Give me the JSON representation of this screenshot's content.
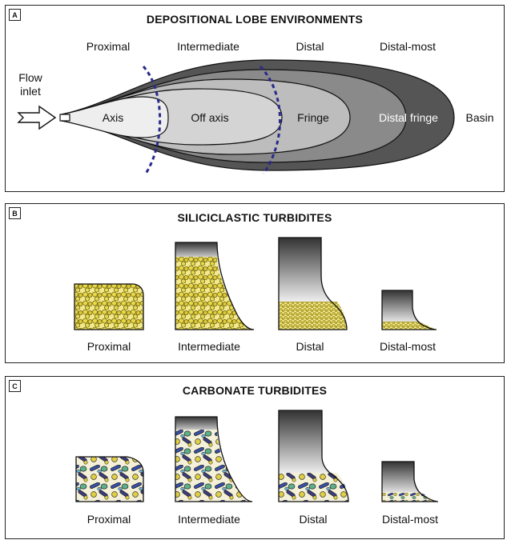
{
  "panel_a": {
    "letter": "A",
    "title": "DEPOSITIONAL LOBE ENVIRONMENTS",
    "zones": [
      "Proximal",
      "Intermediate",
      "Distal",
      "Distal-most"
    ],
    "flow_inlet": [
      "Flow",
      "inlet"
    ],
    "regions": {
      "axis": "Axis",
      "off_axis": "Off axis",
      "fringe": "Fringe",
      "distal_fringe": "Distal fringe",
      "basin": "Basin"
    },
    "colors": {
      "basin_lobe": "#555555",
      "distal_fringe": "#8a8a8a",
      "fringe": "#bdbdbd",
      "axis": "#e4e4e4",
      "boundary": "#2a2a8a"
    }
  },
  "panel_b": {
    "letter": "B",
    "title": "SILICICLASTIC TURBIDITES",
    "labels": [
      "Proximal",
      "Intermediate",
      "Distal",
      "Distal-most"
    ],
    "colors": {
      "grain": "#e8d84a",
      "grain_edge": "#8a7a10",
      "mud_dark": "#3a3a3a"
    }
  },
  "panel_c": {
    "letter": "C",
    "title": "CARBONATE TURBIDITES",
    "labels": [
      "Proximal",
      "Intermediate",
      "Distal",
      "Distal-most"
    ],
    "colors": {
      "grain_a": "#3a4fa0",
      "grain_b": "#5fae8a",
      "grain_c": "#e0cf45",
      "grain_d": "#3d3d7a"
    }
  }
}
